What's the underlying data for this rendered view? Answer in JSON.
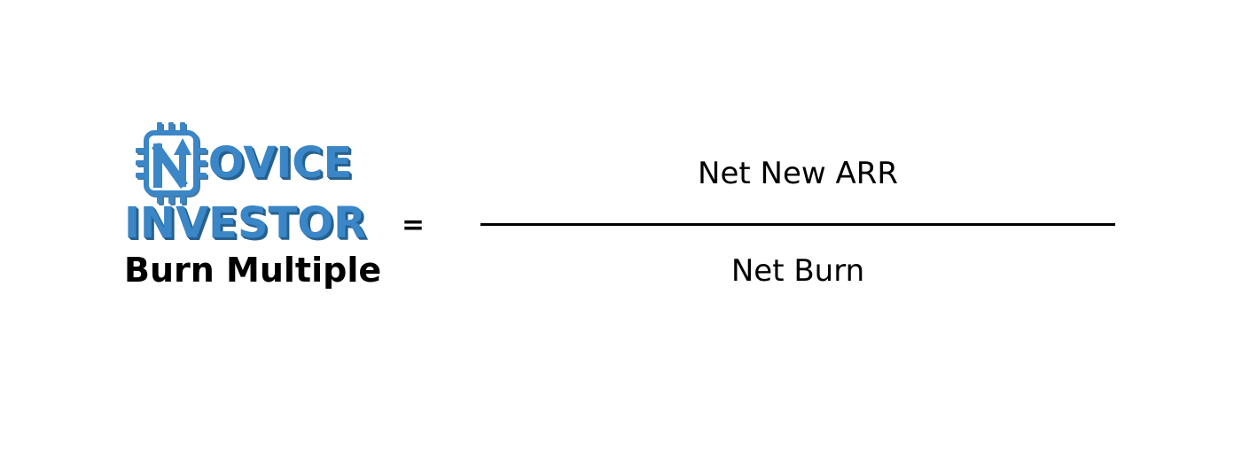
{
  "page": {
    "background_color": "#ffffff"
  },
  "logo": {
    "chip_letter": "N",
    "brand_line1_rest": "OVICE",
    "brand_line2": "INVESTOR",
    "tagline": "Burn Multiple",
    "brand_color": "#3a86c7",
    "brand_shadow_color": "#27618f",
    "tagline_color": "#000000",
    "icon": "microchip-with-letter-n-and-up-arrow"
  },
  "formula": {
    "equals_sign": "=",
    "numerator": "Net New ARR",
    "denominator": "Net Burn",
    "text_color": "#000000",
    "line_color": "#000000"
  }
}
